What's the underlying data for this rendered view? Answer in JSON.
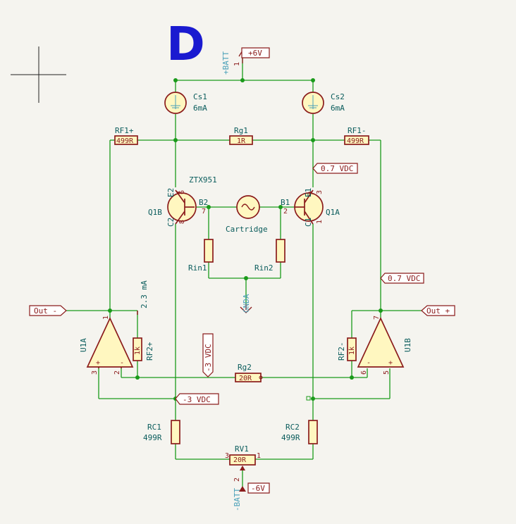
{
  "sheet_letter": "D",
  "labels": {
    "plus6v": "+6V",
    "minus6v": "-6V",
    "batt_plus": "+BATT",
    "batt_minus": "-BATT",
    "gnda": "GNDA",
    "cs1_ref": "Cs1",
    "cs1_val": "6mA",
    "cs2_ref": "Cs2",
    "cs2_val": "6mA",
    "rf1p": "RF1+",
    "rf1p_val": "499R",
    "rg1": "Rg1",
    "rg1_val": "1R",
    "rf1m": "RF1-",
    "rf1m_val": "499R",
    "vdc_07_top": "0.7 VDC",
    "ztx": "ZTX951",
    "q1b": "Q1B",
    "q1a": "Q1A",
    "b2": "B2",
    "b1": "B1",
    "e2": "E2",
    "e1": "E1",
    "c2": "C2",
    "c1": "C1",
    "cartridge": "Cartridge",
    "rin1": "Rin1",
    "rin2": "Rin2",
    "vdc_07_right": "0.7 VDC",
    "out_minus": "Out -",
    "out_plus": "Out +",
    "current": "2.3 mA",
    "rf2p": "RF2+",
    "rf2p_val": "1k",
    "rf2m": "RF2-",
    "rf2m_val": "1k",
    "u1a": "U1A",
    "u1b": "U1B",
    "vdc_m3_vert": "-3 VDC",
    "rg2": "Rg2",
    "rg2_val": "20R",
    "vdc_m3": "-3 VDC",
    "rc1": "RC1",
    "rc1_val": "499R",
    "rc2": "RC2",
    "rc2_val": "499R",
    "rv1": "RV1",
    "rv1_val": "20R",
    "pin1": "1",
    "pin2": "2",
    "pin3": "3",
    "pin5": "5",
    "pin6": "6",
    "pin7": "7",
    "pin8": "8",
    "pin_plus": "+",
    "pin_minus": "-"
  },
  "colors": {
    "wire": "#1a9a1a",
    "component": "#8b1c1c",
    "label": "#0a5c5c",
    "power": "#4aa0b8",
    "sheet_letter": "#1a1ad0",
    "fill": "#fff7c0",
    "background": "#f5f4ef"
  }
}
